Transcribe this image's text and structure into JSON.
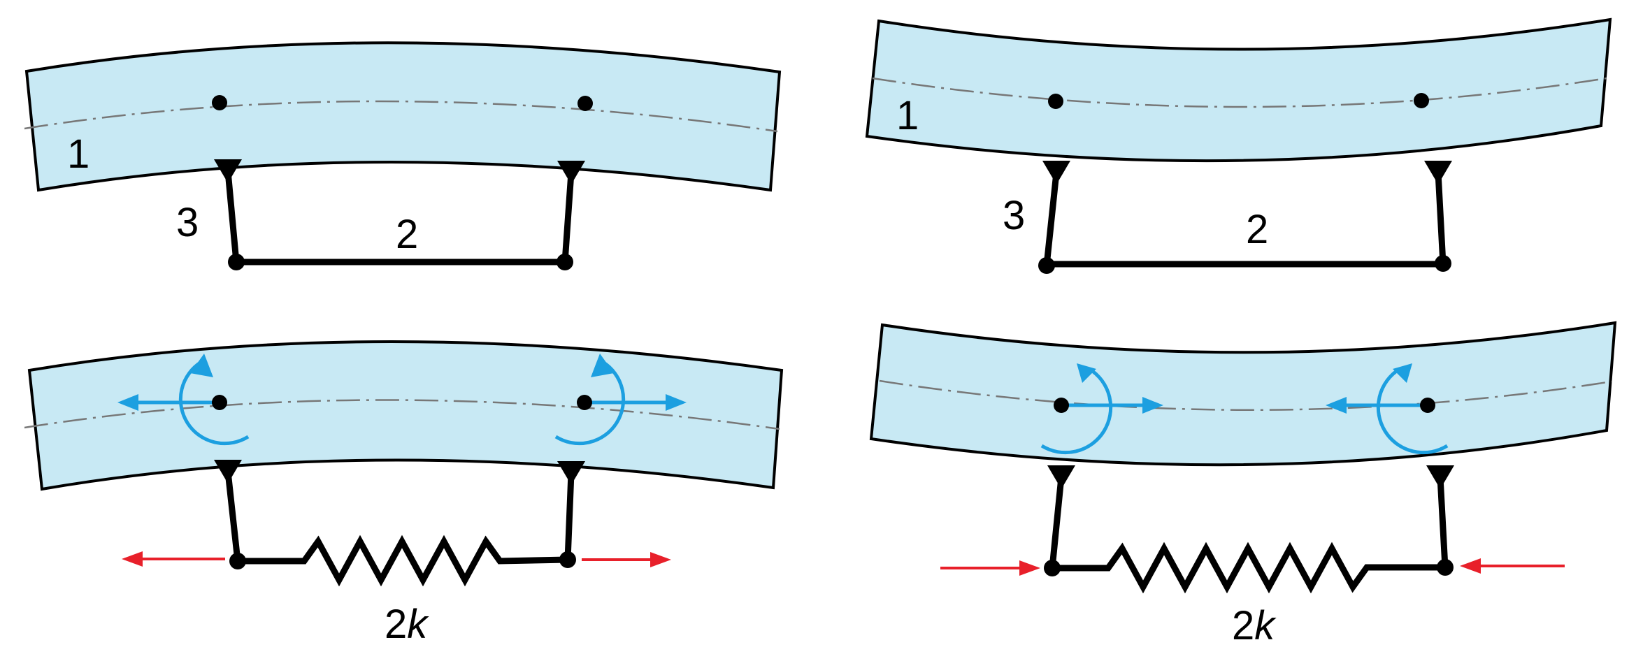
{
  "colors": {
    "beam_fill": "#c8e9f4",
    "outline": "#000000",
    "axis": "#777777",
    "force": "#e8202a",
    "internal": "#1c9fe0"
  },
  "panels": [
    {
      "labels": {
        "beam": "1",
        "tie": "2",
        "strut": "3"
      }
    },
    {
      "labels": {
        "beam": "1",
        "tie": "2",
        "strut": "3"
      }
    },
    {
      "labels": {
        "spring": "2k"
      }
    },
    {
      "labels": {
        "spring": "2k"
      }
    }
  ]
}
